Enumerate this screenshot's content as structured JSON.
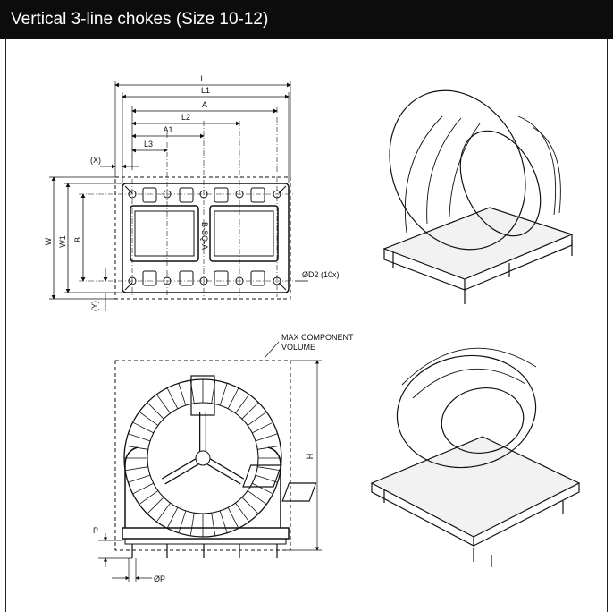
{
  "header": {
    "title": "Vertical 3-line chokes (Size 10-12)"
  },
  "top_view": {
    "labels": {
      "L": "L",
      "L1": "L1",
      "A": "A",
      "L2": "L2",
      "A1": "A1",
      "L3": "L3",
      "X": "(X)",
      "W": "W",
      "W1": "W1",
      "B": "B",
      "Y": "(Y)",
      "D2": "ØD2 (10x)",
      "part_marking": "B-SQ-A"
    }
  },
  "side_view": {
    "labels": {
      "max_volume_line1": "MAX COMPONENT",
      "max_volume_line2": "VOLUME",
      "H": "H",
      "P": "P",
      "diaP": "ØP"
    }
  }
}
